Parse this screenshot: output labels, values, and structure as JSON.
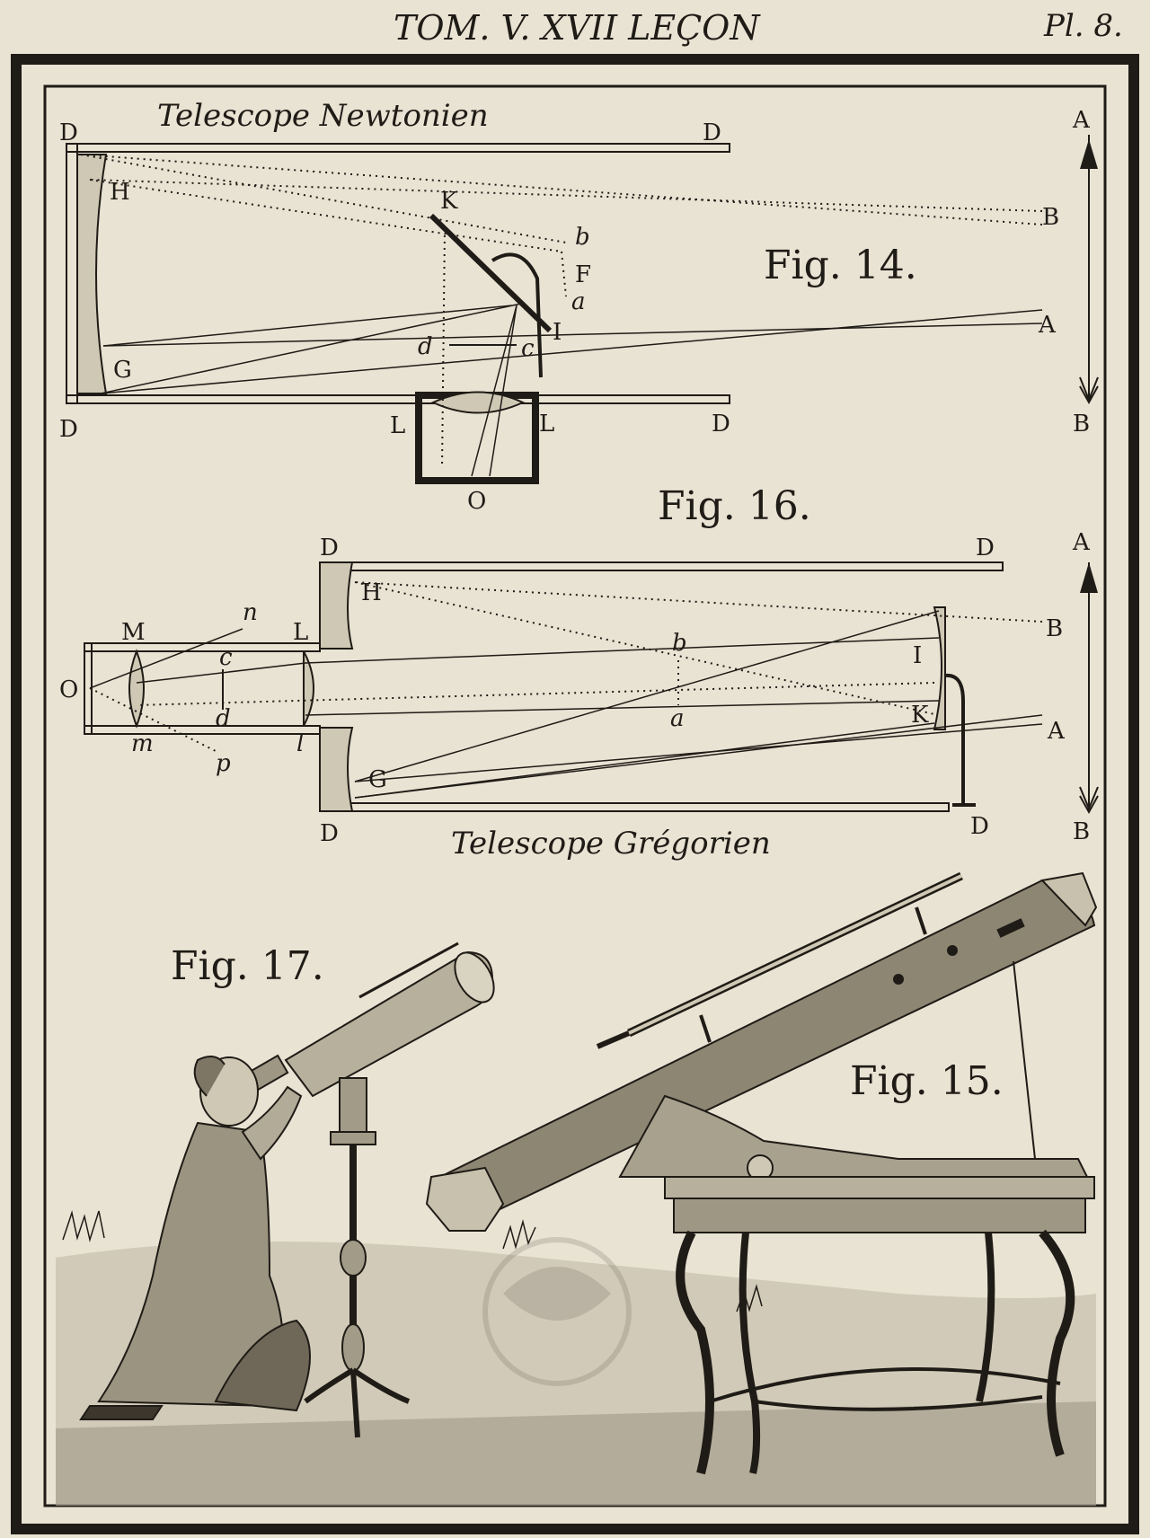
{
  "header": {
    "left": "TOM. V. XVII LEÇON",
    "right": "Pl. 8."
  },
  "fig14": {
    "fig_label": "Fig. 14.",
    "title": "Telescope Newtonien",
    "letters": {
      "D1": "D",
      "D2": "D",
      "D3": "D",
      "D4": "D",
      "H": "H",
      "K": "K",
      "b": "b",
      "F": "F",
      "a": "a",
      "I": "I",
      "d": "d",
      "c": "c",
      "G": "G",
      "L1": "L",
      "L2": "L",
      "O": "O",
      "B": "B",
      "A": "A"
    },
    "arrow": {
      "top": "A",
      "bottom": "B"
    }
  },
  "fig16": {
    "fig_label": "Fig. 16.",
    "title": "Telescope Grégorien",
    "letters": {
      "D1": "D",
      "D2": "D",
      "D3": "D",
      "D4": "D",
      "H": "H",
      "B": "B",
      "M": "M",
      "n": "n",
      "L": "L",
      "O": "O",
      "c": "c",
      "d": "d",
      "b": "b",
      "I": "I",
      "K": "K",
      "a": "a",
      "A": "A",
      "m": "m",
      "p": "p",
      "l": "l",
      "G": "G"
    },
    "arrow": {
      "top": "A",
      "bottom": "B"
    }
  },
  "fig17": {
    "fig_label": "Fig. 17."
  },
  "fig15": {
    "fig_label": "Fig. 15."
  },
  "colors": {
    "paper": "#e8e3d3",
    "ink": "#1f1b16"
  }
}
